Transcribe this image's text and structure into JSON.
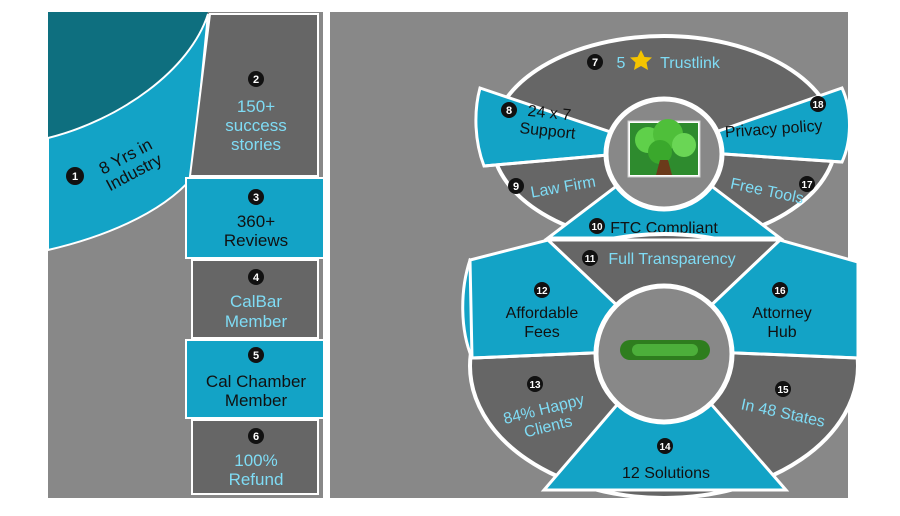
{
  "colors": {
    "teal": "#13a3c6",
    "gray": "#666666",
    "panel": "#888888",
    "dark_teal": "#0e6f7f",
    "light_blue_text": "#7fdcf5",
    "badge": "#111111",
    "white": "#ffffff"
  },
  "left": {
    "item1": {
      "num": "1",
      "line1": "8 Yrs in",
      "line2": "Industry"
    },
    "item2": {
      "num": "2",
      "line1": "150+",
      "line2": "success",
      "line3": "stories"
    },
    "item3": {
      "num": "3",
      "line1": "360+",
      "line2": "Reviews"
    },
    "item4": {
      "num": "4",
      "line1": "CalBar",
      "line2": "Member"
    },
    "item5": {
      "num": "5",
      "line1": "Cal Chamber",
      "line2": "Member"
    },
    "item6": {
      "num": "6",
      "line1": "100%",
      "line2": "Refund"
    }
  },
  "top_ring": {
    "item7": {
      "num": "7",
      "pre": "5",
      "star": "star-icon",
      "post": "Trustlink"
    },
    "item8": {
      "num": "8",
      "line1": "24 x 7",
      "line2": "Support"
    },
    "item9": {
      "num": "9",
      "label": "Law Firm"
    },
    "item10": {
      "num": "10",
      "label": "FTC Compliant"
    },
    "item17": {
      "num": "17",
      "label": "Free Tools"
    },
    "item18": {
      "num": "18",
      "line1": "Privacy policy"
    }
  },
  "bottom_ring": {
    "item11": {
      "num": "11",
      "label": "Full Transparency"
    },
    "item12": {
      "num": "12",
      "line1": "Affordable",
      "line2": "Fees"
    },
    "item13": {
      "num": "13",
      "line1": "84% Happy",
      "line2": "Clients"
    },
    "item14": {
      "num": "14",
      "label": "12 Solutions"
    },
    "item15": {
      "num": "15",
      "label": "In 48 States"
    },
    "item16": {
      "num": "16",
      "line1": "Attorney",
      "line2": "Hub"
    }
  },
  "icons": {
    "tree": "tree-icon",
    "badge": "green-badge-icon"
  }
}
